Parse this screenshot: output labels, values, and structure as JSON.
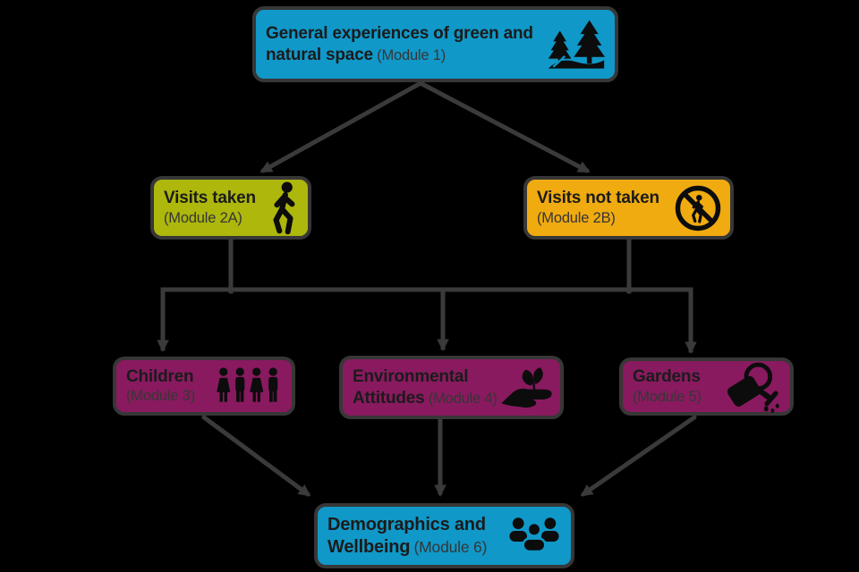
{
  "diagram": {
    "background_color": "#000000",
    "border_color": "#373737",
    "arrow_color": "#3a3a3a",
    "title_text_color": "#1b1b1b",
    "module_text_color": "#363636"
  },
  "nodes": [
    {
      "id": "module-1",
      "title": "General experiences of green and natural space",
      "module_label": "(Module 1)",
      "color": "#1098c8",
      "icon": "trees-icon"
    },
    {
      "id": "module-2a",
      "title": "Visits taken",
      "module_label": "(Module 2A)",
      "color": "#adb70c",
      "icon": "walking-person-icon"
    },
    {
      "id": "module-2b",
      "title": "Visits not taken",
      "module_label": "(Module 2B)",
      "color": "#f0ab10",
      "icon": "no-walking-icon"
    },
    {
      "id": "module-3",
      "title": "Children",
      "module_label": "(Module 3)",
      "color": "#891a5f",
      "icon": "children-icon"
    },
    {
      "id": "module-4",
      "title": "Environmental Attitudes",
      "module_label": "(Module 4)",
      "color": "#891a5f",
      "icon": "hand-seedling-icon"
    },
    {
      "id": "module-5",
      "title": "Gardens",
      "module_label": "(Module 5)",
      "color": "#891a5f",
      "icon": "watering-can-icon"
    },
    {
      "id": "module-6",
      "title": "Demographics and Wellbeing",
      "module_label": "(Module 6)",
      "color": "#1098c8",
      "icon": "people-group-icon"
    }
  ],
  "edges": [
    {
      "from": "module-1",
      "to": "module-2a"
    },
    {
      "from": "module-1",
      "to": "module-2b"
    },
    {
      "from": "module-2a",
      "to": "shared-rail"
    },
    {
      "from": "module-2b",
      "to": "shared-rail"
    },
    {
      "from": "shared-rail",
      "to": "module-3"
    },
    {
      "from": "shared-rail",
      "to": "module-4"
    },
    {
      "from": "shared-rail",
      "to": "module-5"
    },
    {
      "from": "module-3",
      "to": "module-6"
    },
    {
      "from": "module-4",
      "to": "module-6"
    },
    {
      "from": "module-5",
      "to": "module-6"
    }
  ]
}
